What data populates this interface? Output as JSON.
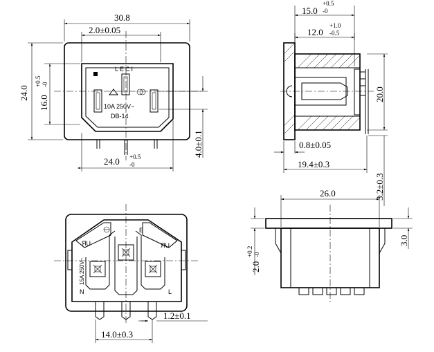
{
  "front_view": {
    "dim_width": "30.8",
    "dim_pitch": "2.0±0.05",
    "dim_height": "24.0",
    "dim_inner_height_base": "16.0",
    "dim_inner_height_sup": "+0.5",
    "dim_inner_height_sub": "-0",
    "dim_inner_width_base": "24.0",
    "dim_inner_width_sup": "+0.5",
    "dim_inner_width_sub": "-0",
    "dim_pin": "4.0±0.1",
    "mark_brand": "LECI",
    "mark_rating": "10A 250V~",
    "mark_model": "DB-14"
  },
  "side_view": {
    "dim_length_base": "15.0",
    "dim_length_sup": "+0.5",
    "dim_length_sub": "-0",
    "dim_body_base": "12.0",
    "dim_body_sup": "+1.0",
    "dim_body_sub": "-0.5",
    "dim_height": "20.0",
    "dim_panel": "0.8±0.05",
    "dim_overall": "19.4±0.3",
    "dim_offset": "3.2±0.3"
  },
  "rear_view": {
    "mark_rating": "15A 250V~",
    "label_e": "E",
    "label_n": "N",
    "label_l": "L",
    "dim_pin_width": "1.2±0.1",
    "dim_spacing": "14.0±0.3"
  },
  "bottom_view": {
    "dim_width": "26.0",
    "dim_flange": "3.0",
    "dim_gap_base": "2.0",
    "dim_gap_sup": "+0.2",
    "dim_gap_sub": "-0"
  }
}
